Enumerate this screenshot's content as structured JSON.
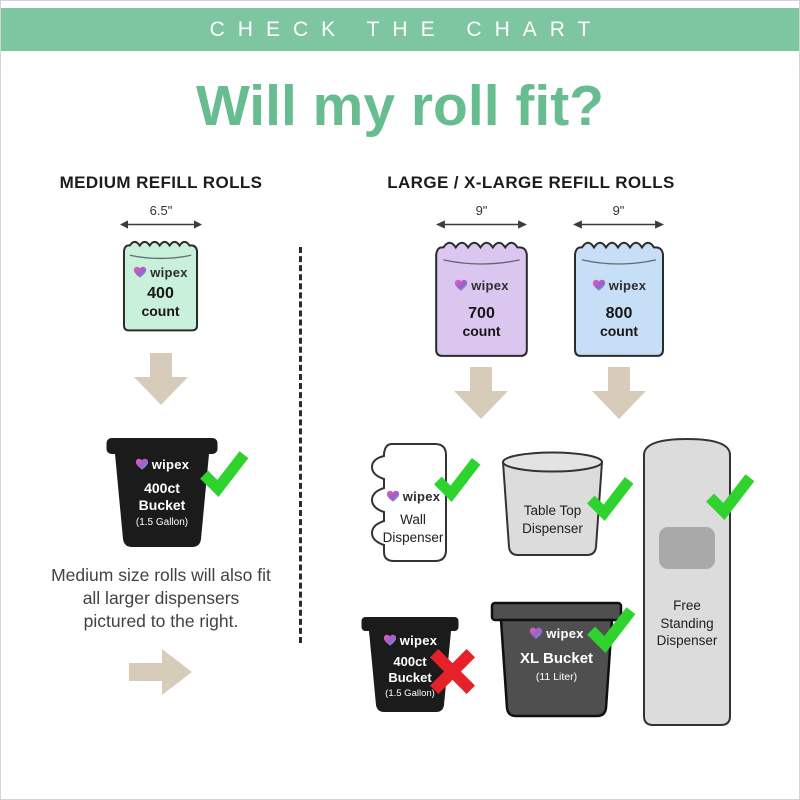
{
  "brand": {
    "name": "wipex"
  },
  "banner": {
    "text": "CHECK THE CHART"
  },
  "title": "Will my roll fit?",
  "colors": {
    "banner_green": "#7dc6a1",
    "title_green": "#68bd90",
    "check_green": "#2ed32e",
    "cross_red": "#e62129",
    "arrow_tan": "#d7ccba",
    "bag_mint": "#c9f0db",
    "bag_purple": "#dbc6f0",
    "bag_blue": "#c6def6",
    "bucket_black": "#1b1b1b",
    "bucket_dark_gray": "#4f4f4f",
    "dispenser_gray": "#dcdcdc"
  },
  "left": {
    "header": "MEDIUM REFILL ROLLS",
    "measurement": "6.5\"",
    "bag": {
      "count": "400",
      "count_label": "count"
    },
    "bucket": {
      "line1": "400ct",
      "line2": "Bucket",
      "size": "(1.5 Gallon)"
    },
    "note": {
      "line1": "Medium size rolls will also fit",
      "line2": "all larger dispensers",
      "line3": "pictured to the right."
    }
  },
  "right": {
    "header": "LARGE / X-LARGE REFILL ROLLS",
    "bag700": {
      "measurement": "9\"",
      "count": "700",
      "count_label": "count"
    },
    "bag800": {
      "measurement": "9\"",
      "count": "800",
      "count_label": "count"
    },
    "wall": {
      "line1": "Wall",
      "line2": "Dispenser"
    },
    "tabletop": {
      "line1": "Table Top",
      "line2": "Dispenser"
    },
    "freestanding": {
      "line1": "Free",
      "line2": "Standing",
      "line3": "Dispenser"
    },
    "bucket400": {
      "line1": "400ct",
      "line2": "Bucket",
      "size": "(1.5 Gallon)"
    },
    "bucketXL": {
      "line1": "XL Bucket",
      "size": "(11 Liter)"
    }
  }
}
